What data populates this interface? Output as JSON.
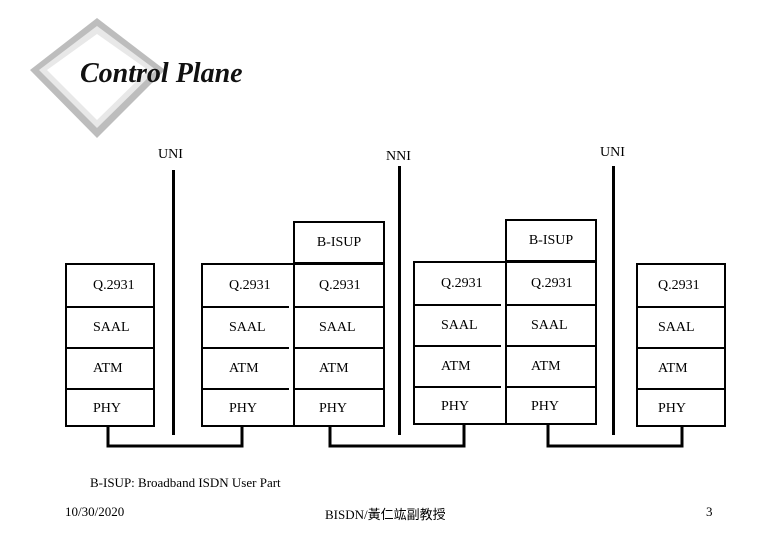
{
  "title": "Control Plane",
  "interfaces": {
    "uni_left": "UNI",
    "nni": "NNI",
    "uni_right": "UNI"
  },
  "bisup": {
    "left": "B-ISUP",
    "right": "B-ISUP"
  },
  "layers": [
    "Q.2931",
    "SAAL",
    "ATM",
    "PHY"
  ],
  "footnote": "B-ISUP: Broadband ISDN User Part",
  "footer": {
    "date": "10/30/2020",
    "center": "BISDN/黃仁竑副教授",
    "page": "3"
  }
}
